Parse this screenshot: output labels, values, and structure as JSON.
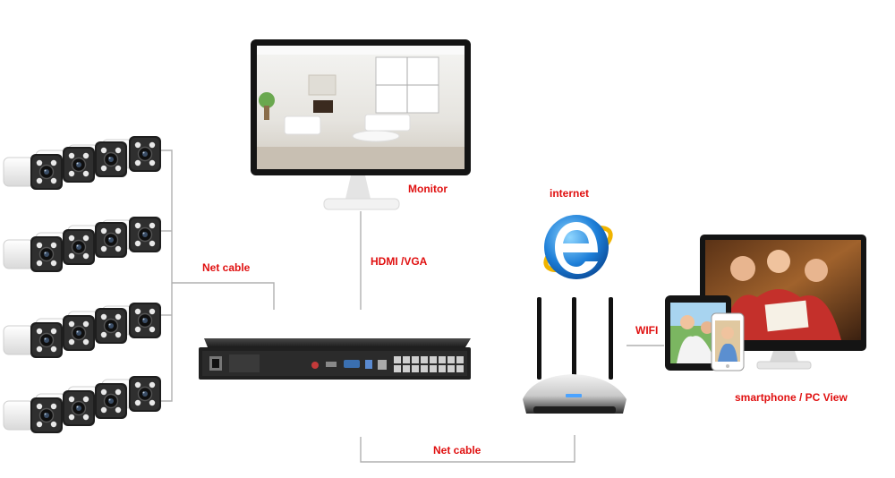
{
  "labels": {
    "monitor": "Monitor",
    "internet": "internet",
    "net_cable_cameras": "Net cable",
    "hdmi_vga": "HDMI /VGA",
    "wifi": "WIFI",
    "clients": "smartphone / PC View",
    "net_cable_router": "Net cable"
  },
  "colors": {
    "label": "#e01010",
    "wire": "#b0b0b0",
    "device_dark": "#2a2a2a",
    "ie_blue": "#1e7fd8"
  },
  "icons": [
    "cctv-camera-icon",
    "monitor-icon",
    "nvr-recorder-icon",
    "ie-internet-icon",
    "wifi-router-icon",
    "tablet-icon",
    "smartphone-icon",
    "pc-monitor-icon"
  ]
}
